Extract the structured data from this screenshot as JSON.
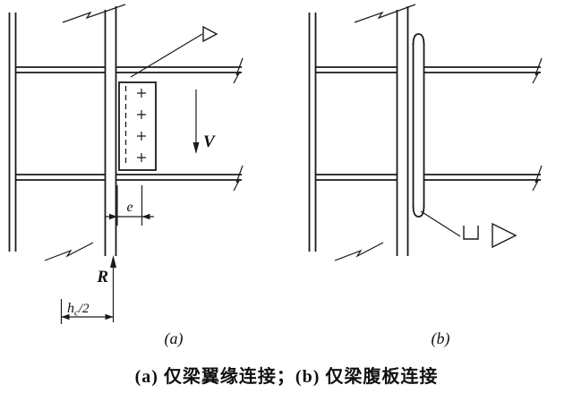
{
  "figure": {
    "background": "#ffffff",
    "line_color": "#1a1a1a",
    "caption": "(a) 仅梁翼缘连接；(b) 仅梁腹板连接",
    "diagram_a": {
      "label": "(a)",
      "shear_force_label": "V",
      "eccentricity_label": "e",
      "reaction_label": "R",
      "half_depth_dim": {
        "base": "h",
        "subscript": "c",
        "suffix": "/2"
      }
    },
    "diagram_b": {
      "label": "(b)"
    }
  }
}
